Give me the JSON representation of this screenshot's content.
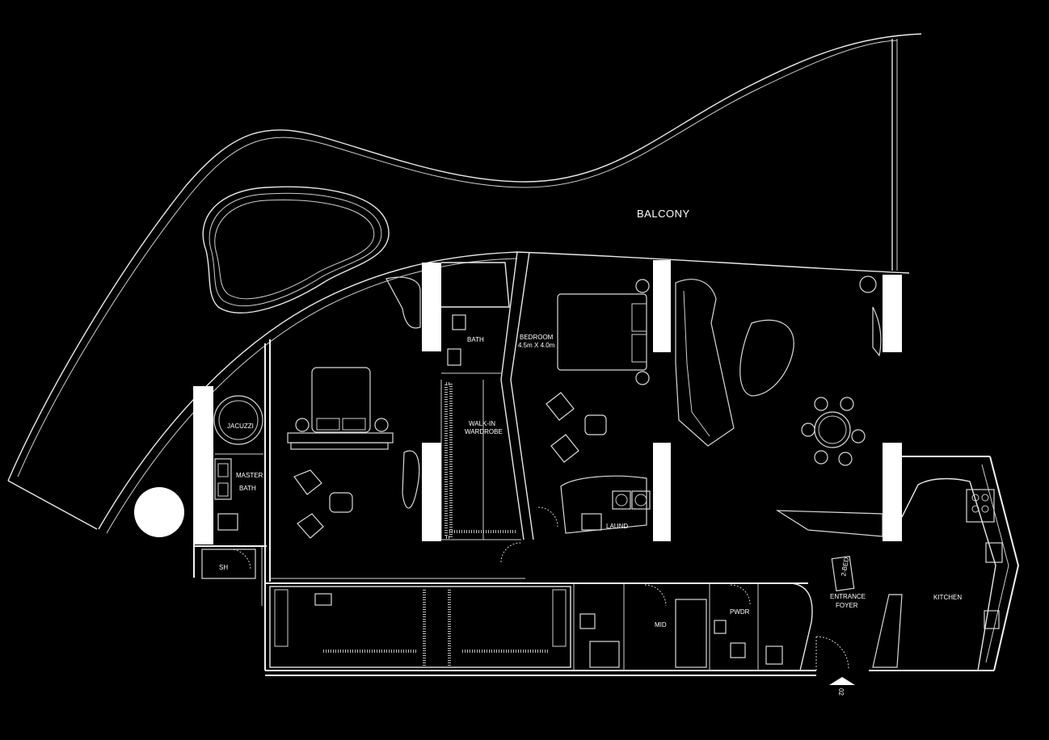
{
  "rooms": {
    "balcony": "BALCONY",
    "jacuzzi": "JACUZZI",
    "master": "MASTER",
    "master_bath": "BATH",
    "sh": "SH",
    "bath": "BATH",
    "walkin_line1": "WALK-IN",
    "walkin_line2": "WARDROBE",
    "bedroom": "BEDROOM",
    "bedroom_size": "4.5m X 4.0m",
    "laund": "LAUND",
    "mid": "MID",
    "pwdr": "PWDR",
    "entrance": "ENTRANCE",
    "foyer": "FOYER",
    "kitchen": "KITCHEN",
    "lift_tag": "2-BED",
    "entry_marker": "02"
  }
}
